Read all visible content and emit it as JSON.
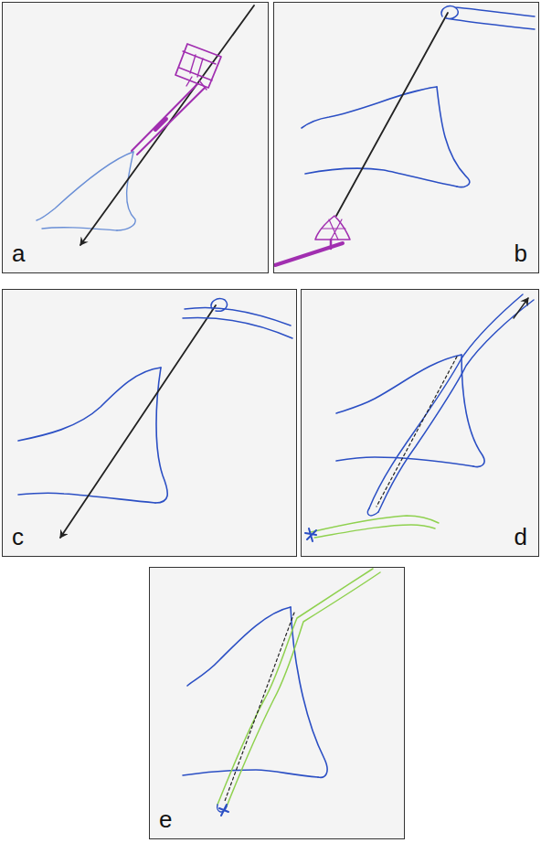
{
  "diagram": {
    "nodes": [
      {
        "text": [
          "a"
        ]
      },
      {
        "text": [
          "b"
        ]
      },
      {
        "text": [
          "c"
        ]
      },
      {
        "text": [
          "d"
        ]
      },
      {
        "text": [
          "e"
        ]
      }
    ]
  }
}
